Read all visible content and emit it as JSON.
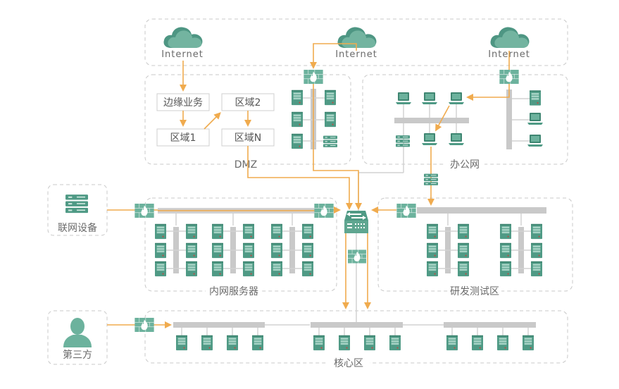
{
  "colors": {
    "accent": "#f0ab4e",
    "device": "#4f9a85",
    "device_light": "#7dbaa6",
    "bus": "#c9c9c9",
    "zone_border": "#c8c8c8",
    "label": "#6a6a6a"
  },
  "internet": {
    "labels": [
      "Internet",
      "Internet",
      "Internet"
    ],
    "icon": "cloud-icon"
  },
  "zones": {
    "dmz": {
      "label": "DMZ",
      "flow_boxes": [
        "边缘业务",
        "区域1",
        "区域2",
        "区域N"
      ]
    },
    "office": {
      "label": "办公网"
    },
    "internal_servers": {
      "label": "内网服务器"
    },
    "rnd_test": {
      "label": "研发测试区"
    },
    "core": {
      "label": "核心区"
    },
    "iot_devices": {
      "label": "联网设备"
    },
    "third_party": {
      "label": "第三方"
    }
  },
  "icons": {
    "firewall": "firewall-icon",
    "server": "server-icon",
    "switch": "switch-icon",
    "laptop": "laptop-icon",
    "rack": "rack-server-icon",
    "user": "user-icon"
  }
}
